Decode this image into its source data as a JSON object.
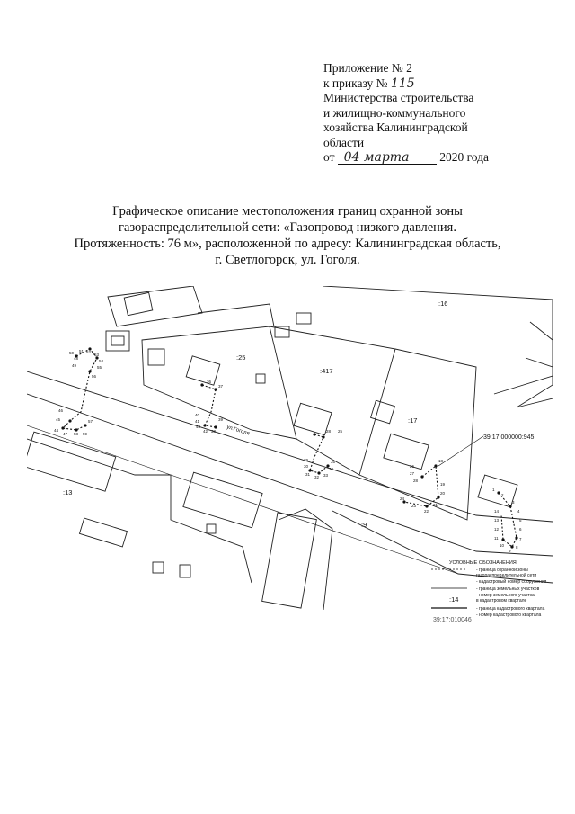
{
  "appendix": {
    "line1": "Приложение № 2",
    "line2_prefix": "к приказу №",
    "order_number": "115",
    "line3": "Министерства строительства",
    "line4": "и жилищно-коммунального",
    "line5": "хозяйства Калининградской",
    "line6": "области",
    "date_prefix": "от",
    "date_handwritten": "04 марта",
    "date_suffix": "2020 года"
  },
  "title": {
    "line1": "Графическое описание местоположения границ охранной зоны",
    "line2": "газораспределительной сети: «Газопровод низкого давления.",
    "line3": "Протяженность: 76 м», расположенной по адресу: Калининградская область,",
    "line4": "г. Светлогорск, ул. Гоголя."
  },
  "map": {
    "parcels": [
      ":16",
      ":25",
      ":417",
      ":17",
      ":13",
      ":9",
      ":14"
    ],
    "street": "ул.Гоголя",
    "cadastral_block": "39:17:000000:945",
    "cadastral_quarter": "39:17:010046",
    "points_left": [
      "50",
      "51",
      "52",
      "53",
      "54",
      "55",
      "56",
      "49",
      "48",
      "46",
      "45",
      "44",
      "47",
      "58",
      "59",
      "57"
    ],
    "points_center_a": [
      "40",
      "41",
      "42",
      "43",
      "38",
      "39",
      "36",
      "37"
    ],
    "points_center_b": [
      "29",
      "30",
      "31",
      "32",
      "33",
      "34",
      "35",
      "28",
      "25"
    ],
    "points_right_a": [
      "26",
      "27",
      "28",
      "18",
      "19",
      "20",
      "21",
      "22",
      "23",
      "24"
    ],
    "points_right_b": [
      "1",
      "2",
      "3",
      "4",
      "5",
      "6",
      "7",
      "8",
      "9",
      "10",
      "11",
      "12",
      "13",
      "14"
    ]
  },
  "legend": {
    "heading": "УСЛОВНЫЕ ОБОЗНАЧЕНИЯ:",
    "item1": "- граница охранной зоны",
    "item1b": "газораспределительной сети",
    "item2": "- кадастровый номер сооружения",
    "item3": "- граница земельных участков",
    "item4": "- номер земельного участка",
    "item4b": "в кадастровом квартале",
    "item5": "- граница кадастрового квартала",
    "item6": "- номер кадастрового квартала"
  }
}
